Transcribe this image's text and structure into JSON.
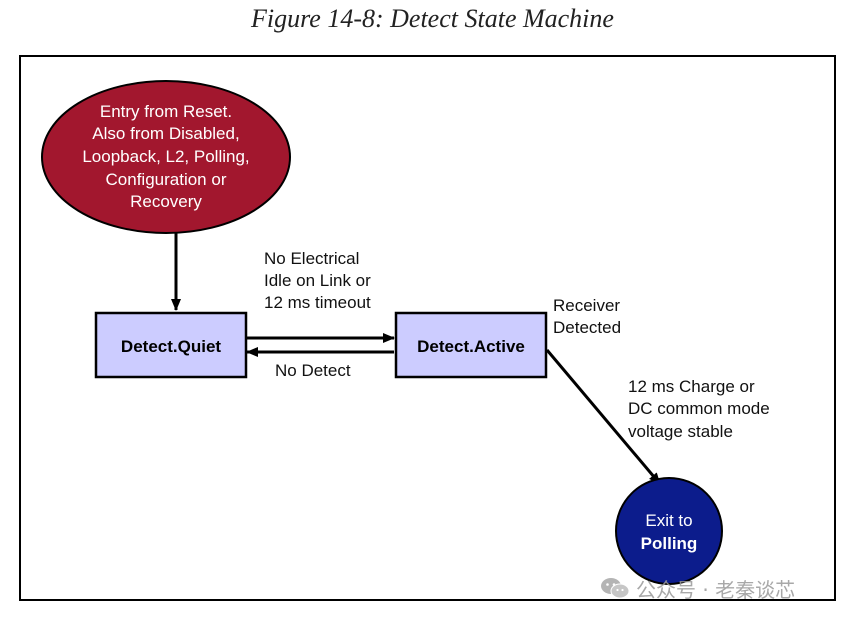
{
  "figure": {
    "title": "Figure 14-8: Detect State Machine"
  },
  "nodes": {
    "entry": {
      "lines": [
        "Entry from Reset.",
        "Also from Disabled,",
        "Loopback, L2, Polling,",
        "Configuration or",
        "Recovery"
      ],
      "fill": "#a2172e"
    },
    "detect_quiet": {
      "label": "Detect.Quiet",
      "fill": "#ccccff"
    },
    "detect_active": {
      "label": "Detect.Active",
      "fill": "#ccccff"
    },
    "exit": {
      "lines": [
        "Exit to",
        "Polling"
      ],
      "fill": "#0c1c8c"
    }
  },
  "transitions": {
    "quiet_to_active": [
      "No Electrical",
      "Idle on Link or",
      "12 ms timeout"
    ],
    "active_to_quiet": [
      "No Detect"
    ],
    "receiver_detected": [
      "Receiver",
      "Detected"
    ],
    "active_to_exit": [
      "12 ms Charge or",
      "DC common mode",
      "voltage stable"
    ]
  },
  "watermark": {
    "text": "公众号 · 老秦谈芯",
    "icon": "wechat-icon"
  }
}
